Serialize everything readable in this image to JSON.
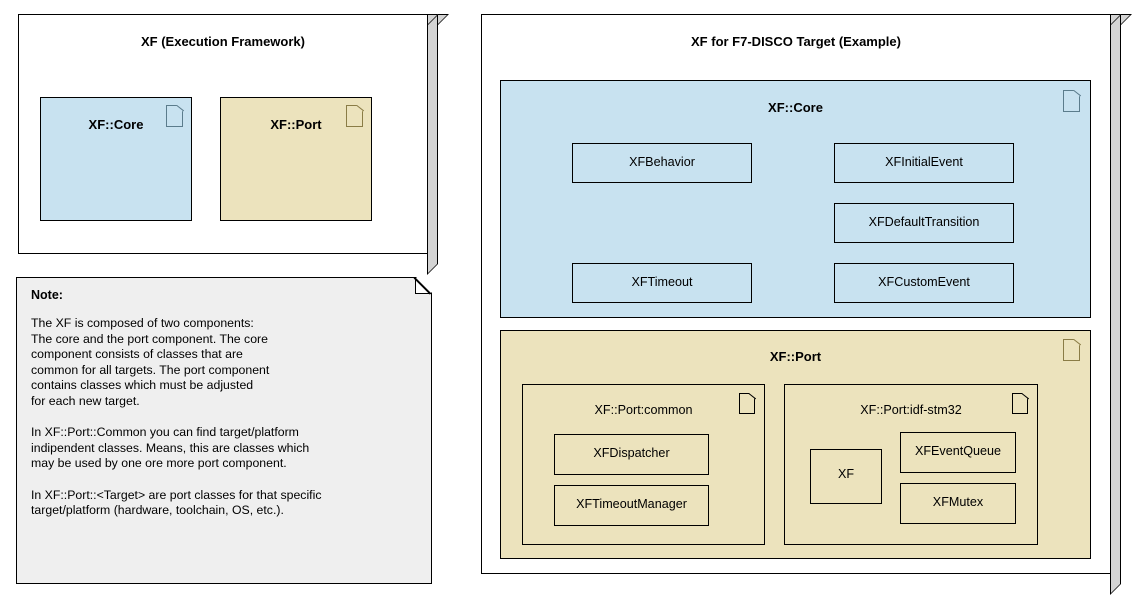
{
  "colors": {
    "core_fill": "#c8e2f0",
    "port_fill": "#ece3bd",
    "note_fill": "#efefef",
    "bevel": "#d4d4d4",
    "stroke": "#000000",
    "core_icon_stroke": "#5b7c8c",
    "port_icon_stroke": "#8a7c46"
  },
  "left_panel": {
    "title": "XF (Execution Framework)",
    "components": [
      {
        "label": "XF::Core",
        "icon": "component-page-icon"
      },
      {
        "label": "XF::Port",
        "icon": "component-page-icon"
      }
    ]
  },
  "note": {
    "title": "Note:",
    "body": "The XF is composed of two components:\nThe core and the port component. The core\ncomponent consists of classes that are\ncommon for all targets. The port component\ncontains classes which must be adjusted\nfor each new target.\n\nIn XF::Port::Common you can find target/platform\nindipendent classes. Means, this are classes which\nmay be used by one ore more port component.\n\nIn XF::Port::<Target> are port classes for that specific\ntarget/platform (hardware, toolchain, OS, etc.)."
  },
  "right_panel": {
    "title": "XF for F7-DISCO Target (Example)",
    "core": {
      "label": "XF::Core",
      "icon": "component-page-icon",
      "classes_left": [
        "XFBehavior",
        "XFTimeout"
      ],
      "classes_right": [
        "XFInitialEvent",
        "XFDefaultTransition",
        "XFCustomEvent"
      ]
    },
    "port": {
      "label": "XF::Port",
      "icon": "component-page-icon",
      "subcomponents": [
        {
          "label": "XF::Port:common",
          "icon": "component-page-icon",
          "classes": [
            "XFDispatcher",
            "XFTimeoutManager"
          ]
        },
        {
          "label": "XF::Port:idf-stm32",
          "icon": "component-page-icon",
          "classes_left": [
            "XF"
          ],
          "classes_right": [
            "XFEventQueue",
            "XFMutex"
          ]
        }
      ]
    }
  }
}
